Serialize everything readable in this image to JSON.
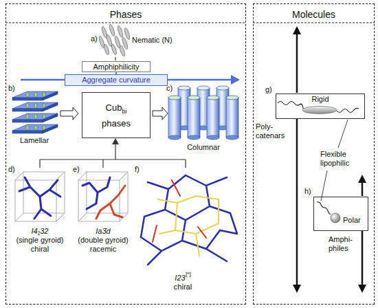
{
  "diagram": {
    "nodes": [
      {
        "text": [
          "Phases"
        ]
      },
      {
        "text": [
          "Amphiphilicity"
        ],
        "in": 0
      },
      {
        "text": [
          "Aggregate curvature"
        ],
        "in": 0
      },
      {
        "text": [
          "Cub",
          "bi",
          "phases"
        ],
        "in": 0
      },
      {
        "text": [
          "Molecules"
        ]
      },
      {
        "text": [
          "Rigid"
        ],
        "in": 4
      },
      {
        "text": [
          "Polar"
        ],
        "in": 4
      }
    ],
    "edges": [
      {
        "from": 1,
        "to": 2,
        "arrow": "none"
      }
    ],
    "labels": [
      "a)",
      "Nematic (N)",
      "b)",
      "c)",
      "Lamellar",
      "Columnar",
      "d)",
      "e)",
      "f)",
      "I4₁32",
      "(single gyroid)",
      "chiral",
      "Ia3̄d",
      "(double gyroid)",
      "racemic",
      "I23",
      "[*]",
      "chiral",
      "g)",
      "Poly- catenars",
      "Flexible lipophilic",
      "h)",
      "Amphi- philes"
    ]
  }
}
